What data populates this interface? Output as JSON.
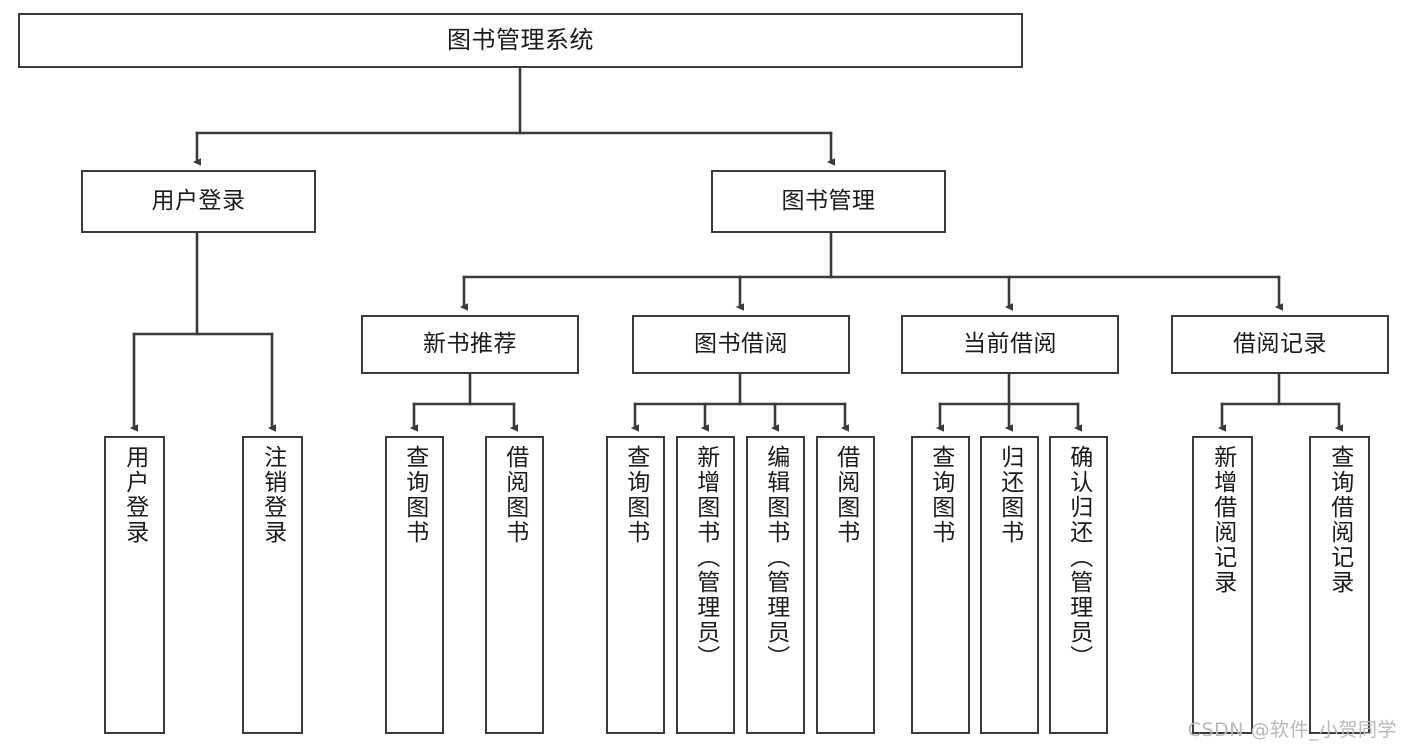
{
  "diagram": {
    "title": "图书管理系统",
    "type": "functional-structure-tree",
    "watermark": "CSDN @软件_小贺同学",
    "colors": {
      "stroke": "#3a3a3a",
      "box_fill": "#ffffff",
      "text": "#1b1b1b",
      "watermark": "#b9b9b9",
      "background": "#ffffff"
    },
    "levels": {
      "root": {
        "label": "图书管理系统"
      },
      "level2": [
        {
          "label": "用户登录"
        },
        {
          "label": "图书管理"
        }
      ],
      "level3": [
        {
          "label": "新书推荐"
        },
        {
          "label": "图书借阅"
        },
        {
          "label": "当前借阅"
        },
        {
          "label": "借阅记录"
        }
      ],
      "leaves": {
        "用户登录": [
          {
            "label": "用户登录"
          },
          {
            "label": "注销登录"
          }
        ],
        "新书推荐": [
          {
            "label": "查询图书"
          },
          {
            "label": "借阅图书"
          }
        ],
        "图书借阅": [
          {
            "label": "查询图书"
          },
          {
            "label": "新增图书（管理员）"
          },
          {
            "label": "编辑图书（管理员）"
          },
          {
            "label": "借阅图书"
          }
        ],
        "当前借阅": [
          {
            "label": "查询图书"
          },
          {
            "label": "归还图书"
          },
          {
            "label": "确认归还（管理员）"
          }
        ],
        "借阅记录": [
          {
            "label": "新增借阅记录"
          },
          {
            "label": "查询借阅记录"
          }
        ]
      }
    },
    "nodes": {
      "root": "图书管理系统",
      "user_login": "用户登录",
      "book_manage": "图书管理",
      "new_book_rec": "新书推荐",
      "book_borrow": "图书借阅",
      "current_borrow": "当前借阅",
      "borrow_record": "借阅记录",
      "leaf_user_login": "用户登录",
      "leaf_logout": "注销登录",
      "leaf_query_book_1": "查询图书",
      "leaf_borrow_book_1": "借阅图书",
      "leaf_query_book_2": "查询图书",
      "leaf_add_book": "新增图书（管理员）",
      "leaf_edit_book": "编辑图书（管理员）",
      "leaf_borrow_book_2": "借阅图书",
      "leaf_query_book_3": "查询图书",
      "leaf_return_book": "归还图书",
      "leaf_confirm_return": "确认归还（管理员）",
      "leaf_add_record": "新增借阅记录",
      "leaf_query_record": "查询借阅记录"
    }
  }
}
